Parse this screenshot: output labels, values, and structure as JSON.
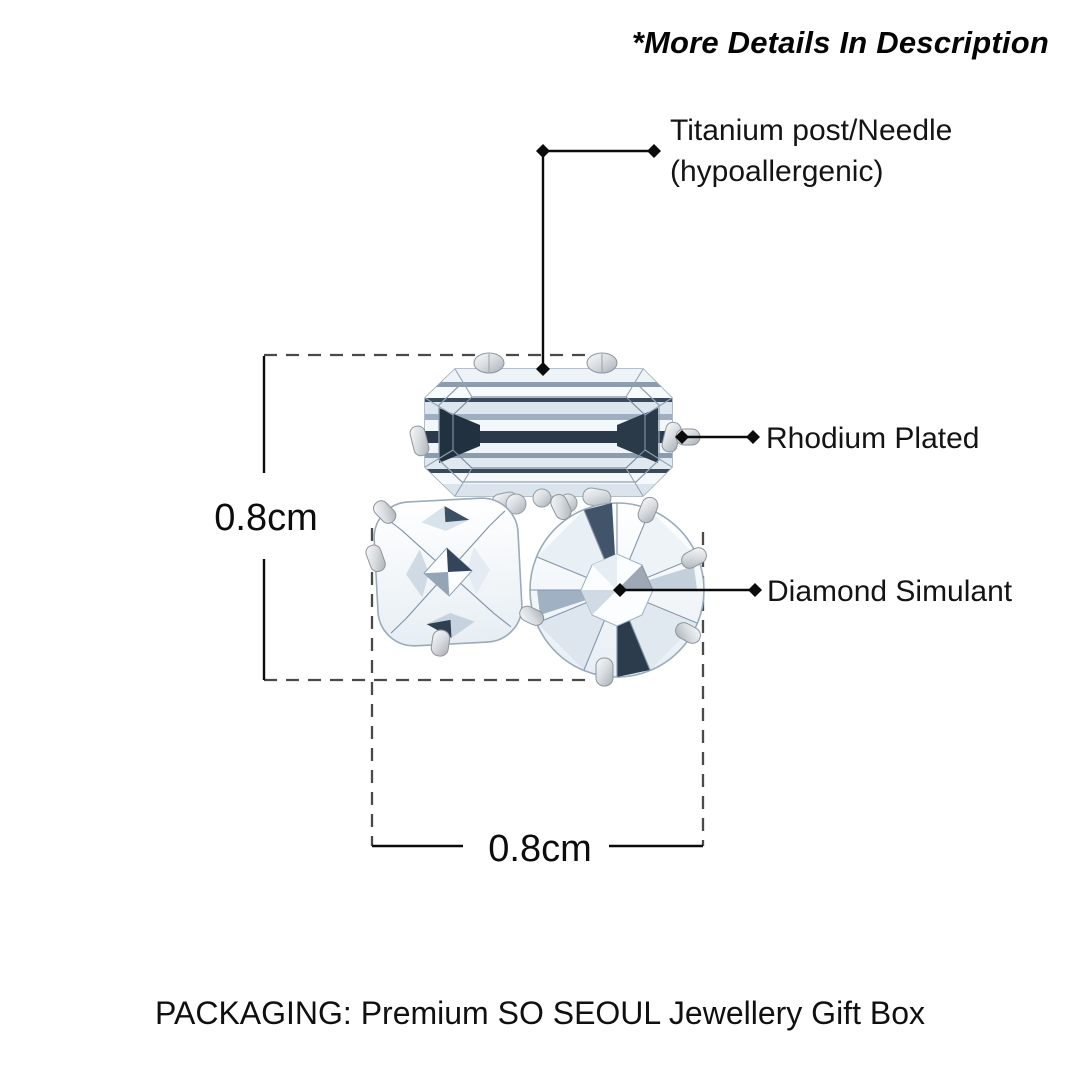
{
  "header": {
    "note": "*More Details In Description"
  },
  "annotations": {
    "titanium_post": {
      "line1": "Titanium post/Needle",
      "line2": "(hypoallergenic)"
    },
    "rhodium": {
      "label": "Rhodium Plated"
    },
    "simulant": {
      "label": "Diamond Simulant"
    }
  },
  "measurements": {
    "height": {
      "value": "0.8cm"
    },
    "width": {
      "value": "0.8cm"
    }
  },
  "footer": {
    "packaging": "PACKAGING: Premium SO SEOUL Jewellery Gift Box"
  },
  "product": {
    "illustration": "cluster-stud-earring",
    "stones": [
      "emerald-cut",
      "cushion-cut",
      "round-brilliant"
    ]
  },
  "icons": {
    "leader_marker": "diamond-marker-icon"
  },
  "colors": {
    "background": "#ffffff",
    "text": "#0f0f0f",
    "solid_line": "#0b0b0b",
    "dashed_line": "#4a4a4a",
    "gem_dark_facet": "#2b3a4a",
    "gem_mid_facet": "#9dafc0",
    "metal": "#d7dbdf"
  }
}
